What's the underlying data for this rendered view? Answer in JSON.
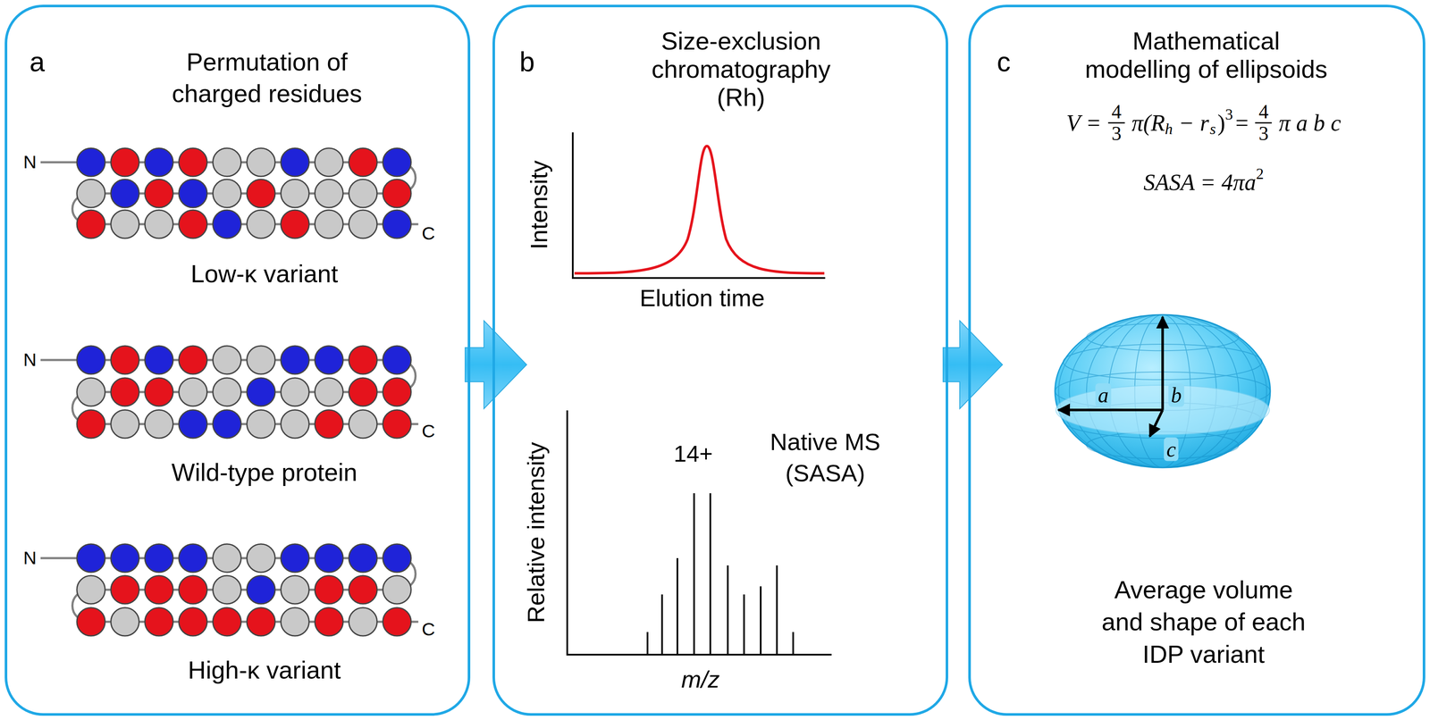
{
  "diagram": {
    "nodes": [
      {
        "text": [
          "a",
          "Permutation of charged residues"
        ]
      },
      {
        "text": [
          "b",
          "Size-exclusion chromatography (Rh)"
        ]
      },
      {
        "text": [
          "c",
          "Mathematical modelling of ellipsoids"
        ]
      }
    ],
    "edges": [
      {
        "from": 0,
        "to": 1,
        "arrow": "to"
      },
      {
        "from": 1,
        "to": 2,
        "arrow": "to"
      }
    ],
    "labels": [
      "N",
      "C",
      "Low-κ variant",
      "N",
      "C",
      "Wild-type protein",
      "N",
      "C",
      "High-κ variant",
      "Intensity",
      "Elution time",
      "Relative intensity",
      "14+",
      "Native MS (SASA)",
      "m/z",
      "V =",
      "4",
      "3",
      "π(R",
      "h",
      "− r",
      "s",
      ")",
      "3",
      "=",
      "4",
      "3",
      "π a b c",
      "SASA = 4πa",
      "2",
      "a",
      "b",
      "c",
      "Average volume and shape of each IDP variant"
    ]
  }
}
